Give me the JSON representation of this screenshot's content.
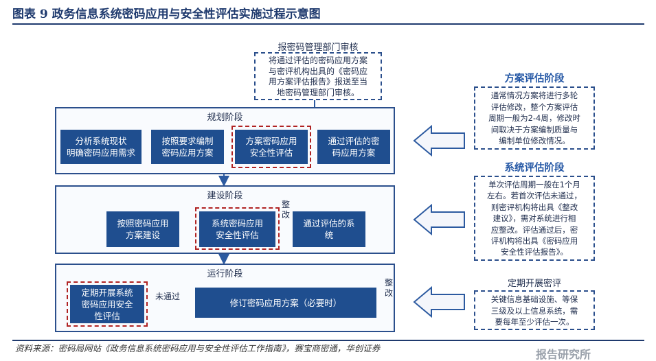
{
  "title": "图表 9  政务信息系统密码应用与安全性评估实施过程示意图",
  "top_note": {
    "header": "报密码管理部门审核",
    "text": "将通过评估的密码应用方案\n与密评机构出具的《密码应\n用方案评估报告》报送至当\n地密码管理部门审核。"
  },
  "stages": {
    "planning": {
      "title": "规划阶段",
      "boxes": [
        "分析系统现状\n明确密码应用需求",
        "按照要求编制\n密码应用方案",
        "方案密码应用\n安全性评估",
        "通过评估的密\n码应用方案"
      ]
    },
    "construction": {
      "title": "建设阶段",
      "boxes": [
        "按照密码应用\n方案建设",
        "系统密码应用\n安全性评估",
        "通过评估的系\n统"
      ],
      "fix_label": "整\n改"
    },
    "operation": {
      "title": "运行阶段",
      "boxes": [
        "定期开展系统\n密码应用安全\n性评估",
        "修订密码应用方案（必要时）"
      ],
      "fail_label": "未通过",
      "fix_label": "整\n改"
    }
  },
  "side": {
    "scheme": {
      "label": "方案评估阶段",
      "text": "通常情况方案将进行多轮\n评估修改，整个方案评估\n周期一般为2-4周，修改时\n间取决于方案编制质量与\n编制单位修改情况。"
    },
    "system": {
      "label": "系统评估阶段",
      "text": "单次评估周期一般在1个月\n左右。若首次评估未通过，\n则密评机构将出具《整改\n建议》，需对系统进行相\n应整改。评估通过后，密\n评机构将出具《密码应用\n安全性评估报告》。"
    },
    "periodic": {
      "label": "定期开展密评",
      "text": "关键信息基础设施、等保\n三级及以上信息系统，需\n要每年至少评估一次。"
    }
  },
  "colors": {
    "box": "#1f4e8f",
    "border": "#2b4f8c",
    "red": "#b02323",
    "arrow": "#2c5aa0",
    "label": "#2457a5"
  },
  "source": "资料来源：密码局网站《政务信息系统密码应用与安全性评估工作指南》，赛宝商密通，华创证券",
  "watermark": "报告研究所"
}
